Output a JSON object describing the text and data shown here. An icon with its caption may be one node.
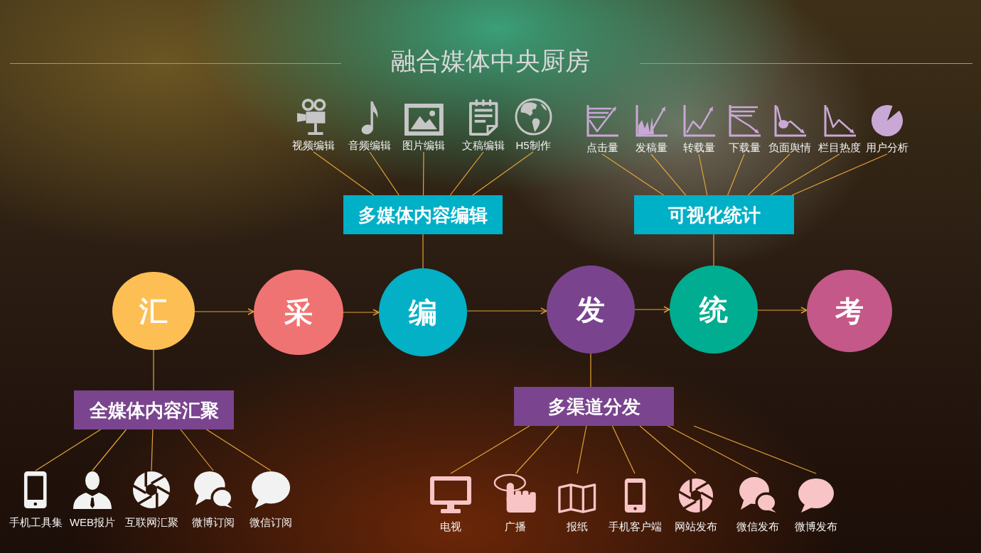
{
  "diagram": {
    "title": "融合媒体中央厨房",
    "nodes": [
      {
        "text": [
          "视频编辑"
        ]
      },
      {
        "text": [
          "音频编辑"
        ]
      },
      {
        "text": [
          "图片编辑"
        ]
      },
      {
        "text": [
          "文稿编辑"
        ]
      },
      {
        "text": [
          "H5制作"
        ]
      },
      {
        "text": [
          "点击量"
        ]
      },
      {
        "text": [
          "发稿量"
        ]
      },
      {
        "text": [
          "转载量"
        ]
      },
      {
        "text": [
          "下载量"
        ]
      },
      {
        "text": [
          "负面舆情"
        ]
      },
      {
        "text": [
          "栏目热度"
        ]
      },
      {
        "text": [
          "用户分析"
        ]
      },
      {
        "text": [
          "多媒体内容编辑"
        ]
      },
      {
        "text": [
          "可视化统计"
        ]
      },
      {
        "text": [
          "汇"
        ]
      },
      {
        "text": [
          "采"
        ]
      },
      {
        "text": [
          "编"
        ]
      },
      {
        "text": [
          "发"
        ]
      },
      {
        "text": [
          "统"
        ]
      },
      {
        "text": [
          "考"
        ]
      },
      {
        "text": [
          "全媒体内容汇聚"
        ]
      },
      {
        "text": [
          "多渠道分发"
        ]
      },
      {
        "text": [
          "手机工具集"
        ]
      },
      {
        "text": [
          "WEB报片"
        ]
      },
      {
        "text": [
          "互联网汇聚"
        ]
      },
      {
        "text": [
          "微博订阅"
        ]
      },
      {
        "text": [
          "微信订阅"
        ]
      },
      {
        "text": [
          "电视"
        ]
      },
      {
        "text": [
          "广播"
        ]
      },
      {
        "text": [
          "报纸"
        ]
      },
      {
        "text": [
          "手机客户端"
        ]
      },
      {
        "text": [
          "网站发布"
        ]
      },
      {
        "text": [
          "微信发布"
        ]
      },
      {
        "text": [
          "微博发布"
        ]
      }
    ],
    "edges": [
      {
        "from": 0,
        "to": 12,
        "arrow": "none"
      },
      {
        "from": 1,
        "to": 12,
        "arrow": "none"
      },
      {
        "from": 2,
        "to": 12,
        "arrow": "none"
      },
      {
        "from": 3,
        "to": 12,
        "arrow": "none"
      },
      {
        "from": 4,
        "to": 12,
        "arrow": "none"
      },
      {
        "from": 5,
        "to": 13,
        "arrow": "none"
      },
      {
        "from": 6,
        "to": 13,
        "arrow": "none"
      },
      {
        "from": 7,
        "to": 13,
        "arrow": "none"
      },
      {
        "from": 8,
        "to": 13,
        "arrow": "none"
      },
      {
        "from": 9,
        "to": 13,
        "arrow": "none"
      },
      {
        "from": 10,
        "to": 13,
        "arrow": "none"
      },
      {
        "from": 11,
        "to": 13,
        "arrow": "none"
      },
      {
        "from": 12,
        "to": 16,
        "arrow": "none"
      },
      {
        "from": 13,
        "to": 18,
        "arrow": "none"
      },
      {
        "from": 14,
        "to": 15,
        "arrow": "to"
      },
      {
        "from": 15,
        "to": 16,
        "arrow": "to"
      },
      {
        "from": 16,
        "to": 17,
        "arrow": "to"
      },
      {
        "from": 17,
        "to": 18,
        "arrow": "to"
      },
      {
        "from": 18,
        "to": 19,
        "arrow": "to"
      },
      {
        "from": 14,
        "to": 20,
        "arrow": "none"
      },
      {
        "from": 17,
        "to": 21,
        "arrow": "none"
      },
      {
        "from": 20,
        "to": 22,
        "arrow": "none"
      },
      {
        "from": 20,
        "to": 23,
        "arrow": "none"
      },
      {
        "from": 20,
        "to": 24,
        "arrow": "none"
      },
      {
        "from": 20,
        "to": 25,
        "arrow": "none"
      },
      {
        "from": 20,
        "to": 26,
        "arrow": "none"
      },
      {
        "from": 21,
        "to": 27,
        "arrow": "none"
      },
      {
        "from": 21,
        "to": 28,
        "arrow": "none"
      },
      {
        "from": 21,
        "to": 29,
        "arrow": "none"
      },
      {
        "from": 21,
        "to": 30,
        "arrow": "none"
      },
      {
        "from": 21,
        "to": 31,
        "arrow": "none"
      },
      {
        "from": 21,
        "to": 32,
        "arrow": "none"
      },
      {
        "from": 21,
        "to": 33,
        "arrow": "none"
      }
    ]
  }
}
